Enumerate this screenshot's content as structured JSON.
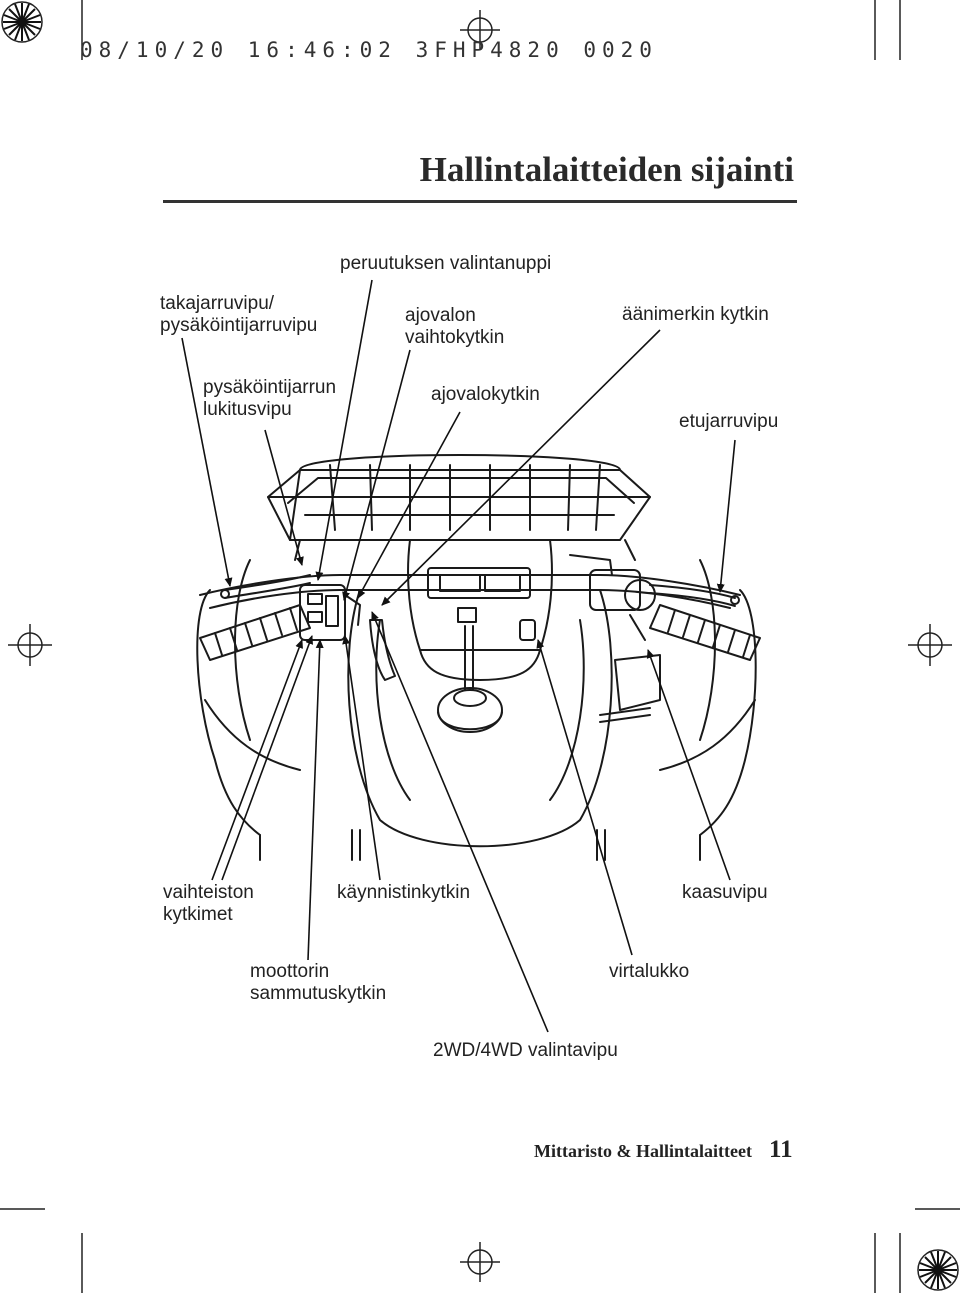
{
  "header": {
    "print_stamp": "08/10/20 16:46:02 3FHP4820 0020"
  },
  "page": {
    "title": "Hallintalaitteiden sijainti",
    "footer": {
      "section": "Mittaristo & Hallintalaitteet",
      "page_number": "11"
    }
  },
  "diagram": {
    "subject": "ATV handlebar controls, rider's view",
    "labels": {
      "rear_brake_lever": "takajarruvipu/\npysäköintijarruvipu",
      "reverse_selector_knob": "peruutuksen valintanuppi",
      "headlight_dimmer_switch": "ajovalon\nvaihtokytkin",
      "horn_button": "äänimerkin kytkin",
      "parking_brake_lock": "pysäköintijarrun\nlukitusvipu",
      "headlight_switch": "ajovalokytkin",
      "front_brake_lever": "etujarruvipu",
      "gearshift_switches": "vaihteiston\nkytkimet",
      "start_button": "käynnistinkytkin",
      "throttle_lever": "kaasuvipu",
      "engine_stop_switch": "moottorin\nsammutuskytkin",
      "ignition_switch": "virtalukko",
      "drive_selector_lever": "2WD/4WD valintavipu"
    }
  },
  "colors": {
    "ink": "#1a1a1a",
    "paper": "#ffffff"
  }
}
